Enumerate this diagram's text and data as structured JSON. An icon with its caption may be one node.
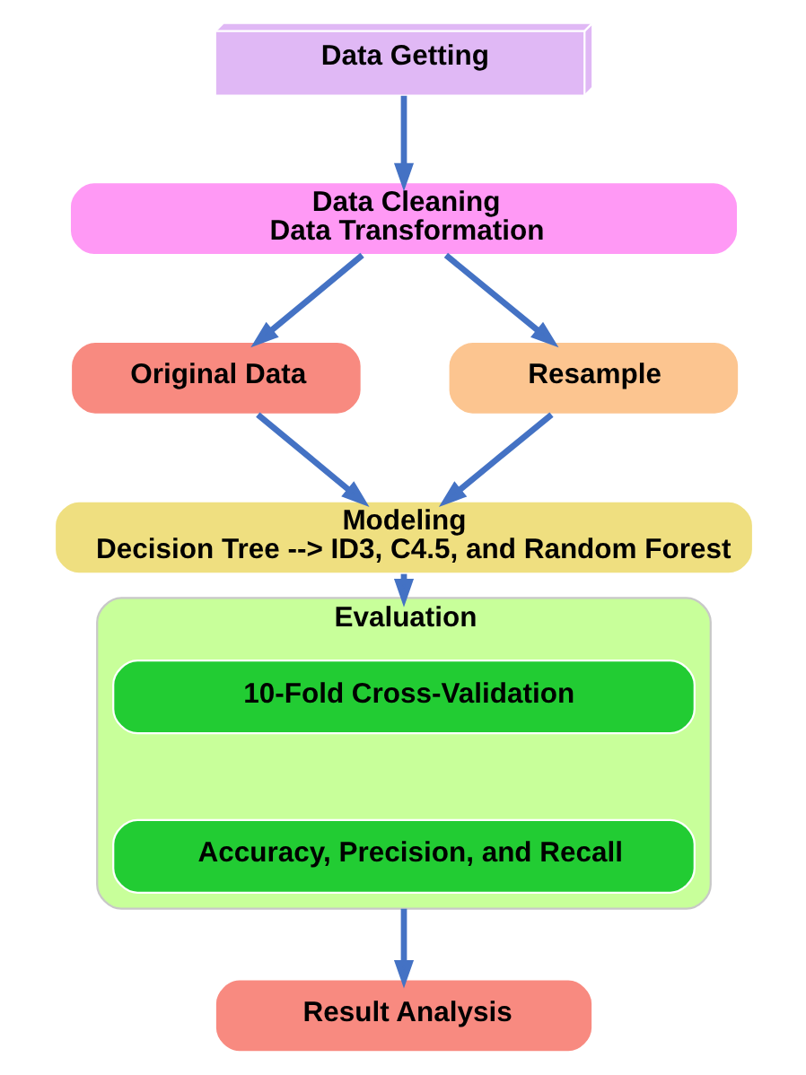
{
  "diagram": {
    "nodes": [
      {
        "text": [
          "Data Getting"
        ]
      },
      {
        "text": [
          "Data Cleaning",
          "Data Transformation"
        ]
      },
      {
        "text": [
          "Original Data"
        ]
      },
      {
        "text": [
          "Resample"
        ]
      },
      {
        "text": [
          "Modeling",
          "Decision Tree --> ID3, C4.5, and Random Forest"
        ]
      },
      {
        "text": [
          "Evaluation"
        ]
      },
      {
        "text": [
          "10-Fold Cross-Validation"
        ],
        "in": 5
      },
      {
        "text": [
          "Accuracy, Precision, and Recall"
        ],
        "in": 5
      },
      {
        "text": [
          "Result Analysis"
        ]
      }
    ],
    "edges": [
      {
        "from": 0,
        "to": 1,
        "arrow": "to"
      },
      {
        "from": 1,
        "to": 2,
        "arrow": "to"
      },
      {
        "from": 1,
        "to": 3,
        "arrow": "to"
      },
      {
        "from": 2,
        "to": 4,
        "arrow": "to"
      },
      {
        "from": 3,
        "to": 4,
        "arrow": "to"
      },
      {
        "from": 4,
        "to": 5,
        "arrow": "to"
      },
      {
        "from": 5,
        "to": 8,
        "arrow": "to"
      }
    ]
  }
}
